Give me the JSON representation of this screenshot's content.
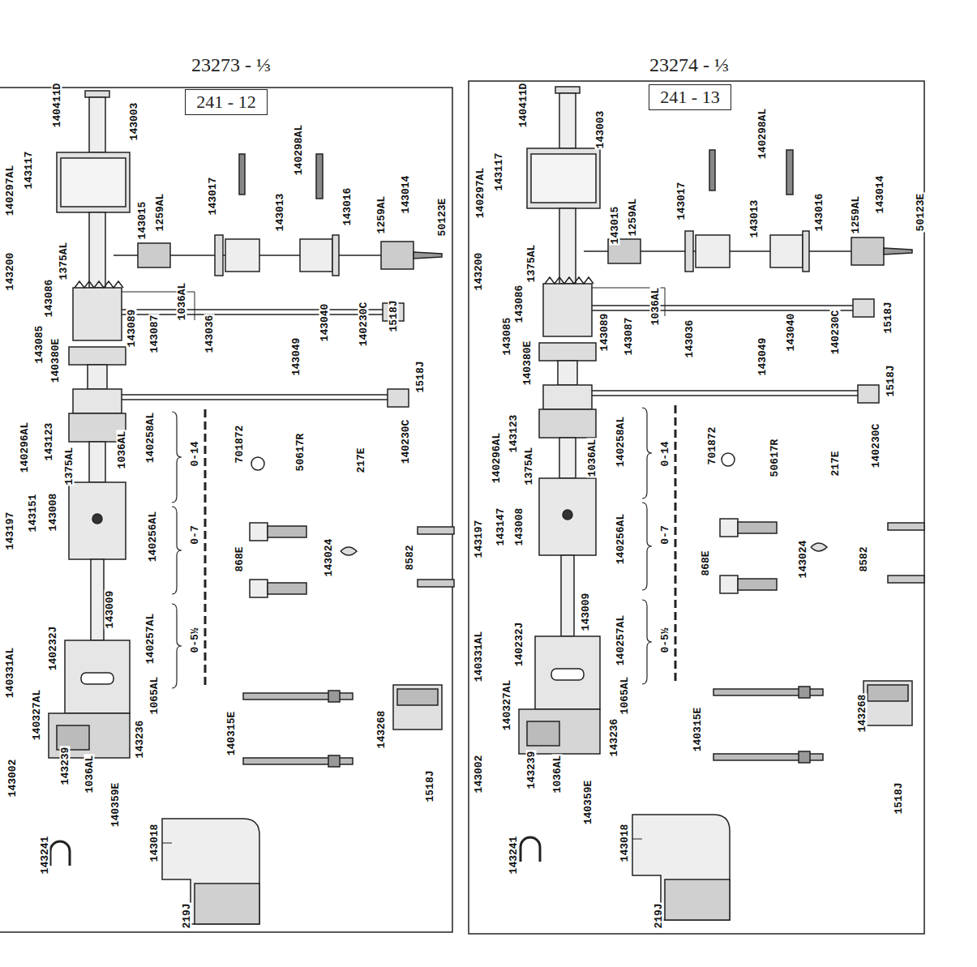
{
  "diagram": {
    "nodes": [
      {
        "text": [
          "241 - 12"
        ]
      },
      {
        "text": [
          "241 - 13"
        ]
      }
    ],
    "labels": [
      "140411D",
      "143003",
      "140297AL",
      "143117",
      "143015",
      "1259AL",
      "143017",
      "143013",
      "140298AL",
      "143016",
      "1259AL",
      "143014",
      "50123E",
      "143200",
      "143086",
      "1375AL",
      "143085",
      "140380E",
      "143089",
      "143087",
      "1036AL",
      "143036",
      "143049",
      "143040",
      "140230C",
      "1518J",
      "1518J",
      "140230C",
      "140296AL",
      "143123",
      "1375AL",
      "1036AL",
      "140258AL",
      "0-14",
      "701872",
      "50617R",
      "217E",
      "143197",
      "143151",
      "143008",
      "140256AL",
      "0-7",
      "868E",
      "143024",
      "8582",
      "143009",
      "140232J",
      "140257AL",
      "0-5½",
      "140331AL",
      "140327AL",
      "1065AL",
      "143236",
      "140315E",
      "143268",
      "1518J",
      "143002",
      "143239",
      "1036AL",
      "140359E",
      "143241",
      "143018",
      "219J",
      "140411D",
      "143003",
      "140297AL",
      "143117",
      "143015",
      "1259AL",
      "143017",
      "143013",
      "140298AL",
      "143016",
      "1259AL",
      "143014",
      "50123E",
      "143200",
      "143086",
      "1375AL",
      "143085",
      "140380E",
      "143089",
      "143087",
      "1036AL",
      "143036",
      "143049",
      "143040",
      "140230C",
      "1518J",
      "1518J",
      "140230C",
      "140296AL",
      "143123",
      "1375AL",
      "1036AL",
      "140258AL",
      "0-14",
      "701872",
      "50617R",
      "217E",
      "143197",
      "143147",
      "143008",
      "140256AL",
      "0-7",
      "868E",
      "143024",
      "8582",
      "143009",
      "140232J",
      "140257AL",
      "0-5½",
      "140331AL",
      "140327AL",
      "1065AL",
      "143236",
      "140315E",
      "143268",
      "1518J",
      "143002",
      "143239",
      "1036AL",
      "140359E",
      "143241",
      "143018",
      "219J",
      "23273 - ⅓",
      "23274 - ⅓"
    ]
  }
}
